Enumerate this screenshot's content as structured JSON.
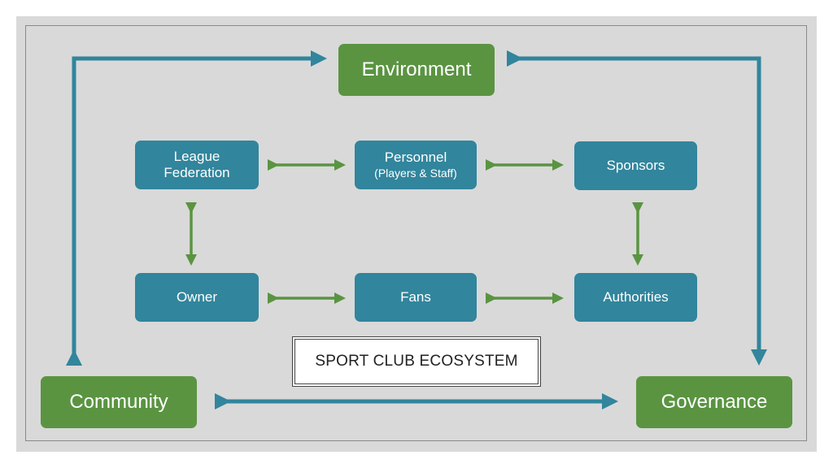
{
  "title": "SPORT CLUB ECOSYSTEM",
  "outer_nodes": {
    "environment": "Environment",
    "community": "Community",
    "governance": "Governance"
  },
  "inner_nodes": {
    "league_federation": "League\nFederation",
    "personnel": "Personnel",
    "personnel_sub": "(Players & Staff)",
    "sponsors": "Sponsors",
    "owner": "Owner",
    "fans": "Fans",
    "authorities": "Authorities"
  },
  "colors": {
    "outer_box": "#5a9441",
    "inner_box": "#31859c",
    "outer_arrow": "#31859c",
    "inner_arrow": "#5a9441",
    "background": "#d9d9d9"
  }
}
